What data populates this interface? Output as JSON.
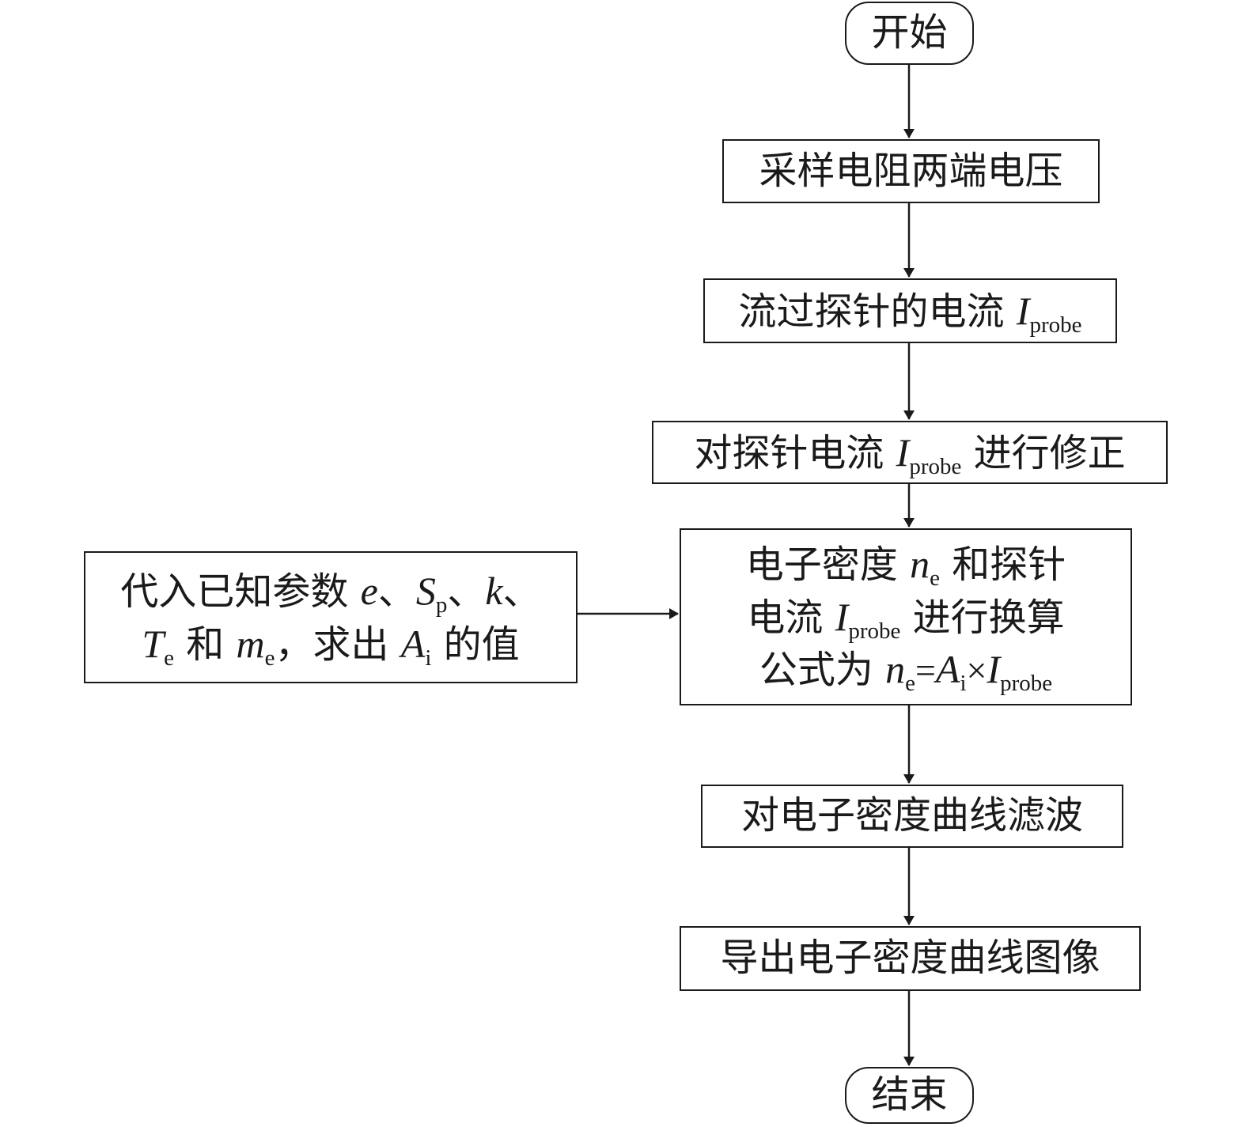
{
  "flowchart": {
    "start": "开始",
    "step1": "采样电阻两端电压",
    "step2": {
      "text": "流过探针的电流 ",
      "var": "I",
      "sub": "probe"
    },
    "step3": {
      "text_a": "对探针电流 ",
      "var": "I",
      "sub": "probe",
      "text_b": " 进行修正"
    },
    "step4": {
      "line1_a": "电子密度 ",
      "line1_var": "n",
      "line1_sub": "e",
      "line1_b": " 和探针",
      "line2_a": "电流 ",
      "line2_var": "I",
      "line2_sub": "probe",
      "line2_b": " 进行换算",
      "line3_a": "公式为 ",
      "line3_var1": "n",
      "line3_sub1": "e",
      "line3_eq": "=",
      "line3_var2": "A",
      "line3_sub2": "i",
      "line3_times": "×",
      "line3_var3": "I",
      "line3_sub3": "probe"
    },
    "side": {
      "line1_a": "代入已知参数 ",
      "line1_v1": "e",
      "line1_sep1": "、",
      "line1_v2": "S",
      "line1_v2_sub": "p",
      "line1_sep2": "、",
      "line1_v3": "k",
      "line1_sep3": "、",
      "line2_v1": "T",
      "line2_v1_sub": "e",
      "line2_and": " 和 ",
      "line2_v2": "m",
      "line2_v2_sub": "e",
      "line2_b": "，求出 ",
      "line2_v3": "A",
      "line2_v3_sub": "i",
      "line2_c": " 的值"
    },
    "step5": "对电子密度曲线滤波",
    "step6": "导出电子密度曲线图像",
    "end": "结束"
  }
}
